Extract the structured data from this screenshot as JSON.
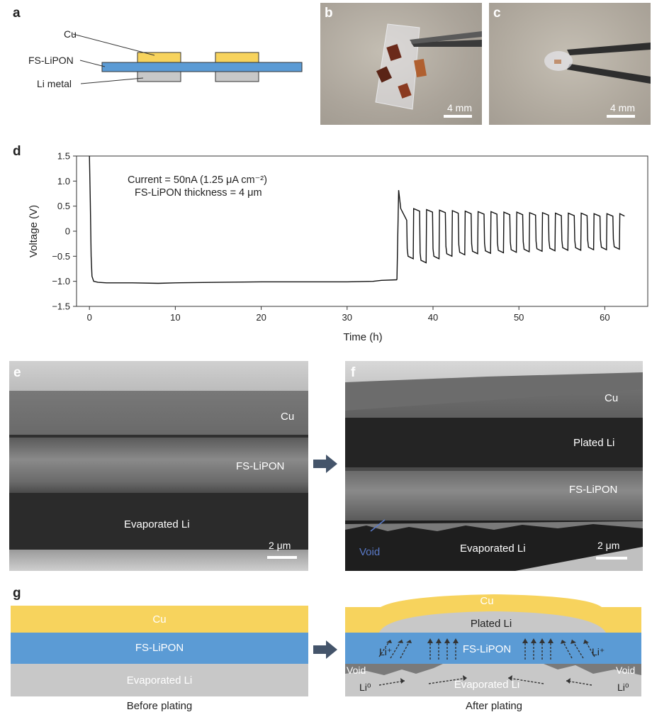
{
  "panels": {
    "a": {
      "label": "a",
      "cu_label": "Cu",
      "lipon_label": "FS-LiPON",
      "li_label": "Li metal",
      "colors": {
        "cu": "#f7d35d",
        "lipon": "#5b9bd5",
        "li": "#c8c8c8"
      }
    },
    "b": {
      "label": "b",
      "scale": "4 mm"
    },
    "c": {
      "label": "c",
      "scale": "4 mm"
    },
    "d": {
      "label": "d"
    },
    "e": {
      "label": "e",
      "cu": "Cu",
      "lipon": "FS-LiPON",
      "li": "Evaporated Li",
      "scale": "2 μm"
    },
    "f": {
      "label": "f",
      "cu": "Cu",
      "plated": "Plated Li",
      "lipon": "FS-LiPON",
      "li": "Evaporated Li",
      "void": "Void",
      "scale": "2 μm"
    },
    "g": {
      "label": "g",
      "before": {
        "cu": "Cu",
        "lipon": "FS-LiPON",
        "li": "Evaporated Li",
        "caption": "Before plating"
      },
      "after": {
        "cu": "Cu",
        "plated": "Plated Li",
        "lipon": "FS-LiPON",
        "li": "Evaporated Li",
        "void_left": "Void",
        "void_right": "Void",
        "li_plus_left": "Li⁺",
        "li_plus_right": "Li⁺",
        "li0_left": "Li⁰",
        "li0_right": "Li⁰",
        "caption": "After plating"
      }
    }
  },
  "chart_data": {
    "type": "line",
    "xlabel": "Time (h)",
    "ylabel": "Voltage (V)",
    "xlim": [
      -1.5,
      65
    ],
    "ylim": [
      -1.5,
      1.5
    ],
    "xticks": [
      0,
      10,
      20,
      30,
      40,
      50,
      60
    ],
    "yticks": [
      -1.5,
      -1.0,
      -0.5,
      0,
      0.5,
      1.0,
      1.5
    ],
    "ytick_labels": [
      "−1.5",
      "−1.0",
      "−0.5",
      "0",
      "0.5",
      "1.0",
      "1.5"
    ],
    "annotations": [
      "Current = 50nA (1.25 μA cm⁻²)",
      "FS-LiPON thickness = 4 μm"
    ],
    "grid": false,
    "plating": {
      "x": [
        0.0,
        0.1,
        0.2,
        0.3,
        0.5,
        1.0,
        2,
        5,
        8,
        10,
        15,
        20,
        25,
        30,
        33,
        34,
        35.8
      ],
      "y": [
        1.5,
        0.6,
        -0.5,
        -0.9,
        -1.0,
        -1.02,
        -1.03,
        -1.03,
        -1.04,
        -1.03,
        -1.02,
        -1.01,
        -1.01,
        -1.01,
        -1.0,
        -0.98,
        -0.97
      ]
    },
    "cycling": {
      "start_x": 36.0,
      "start_peak": 0.82,
      "period": 1.5,
      "end_x": 62.3,
      "upper": [
        0.22,
        0.4,
        0.38,
        0.37,
        0.36,
        0.35,
        0.34,
        0.34,
        0.33,
        0.33,
        0.32,
        0.32,
        0.31,
        0.31,
        0.31,
        0.3,
        0.3,
        0.3
      ],
      "lower": [
        -0.55,
        -0.63,
        -0.55,
        -0.5,
        -0.47,
        -0.45,
        -0.44,
        -0.43,
        -0.42,
        -0.41,
        -0.4,
        -0.39,
        -0.38,
        -0.38,
        -0.37,
        -0.37,
        -0.36,
        -0.36
      ]
    }
  }
}
